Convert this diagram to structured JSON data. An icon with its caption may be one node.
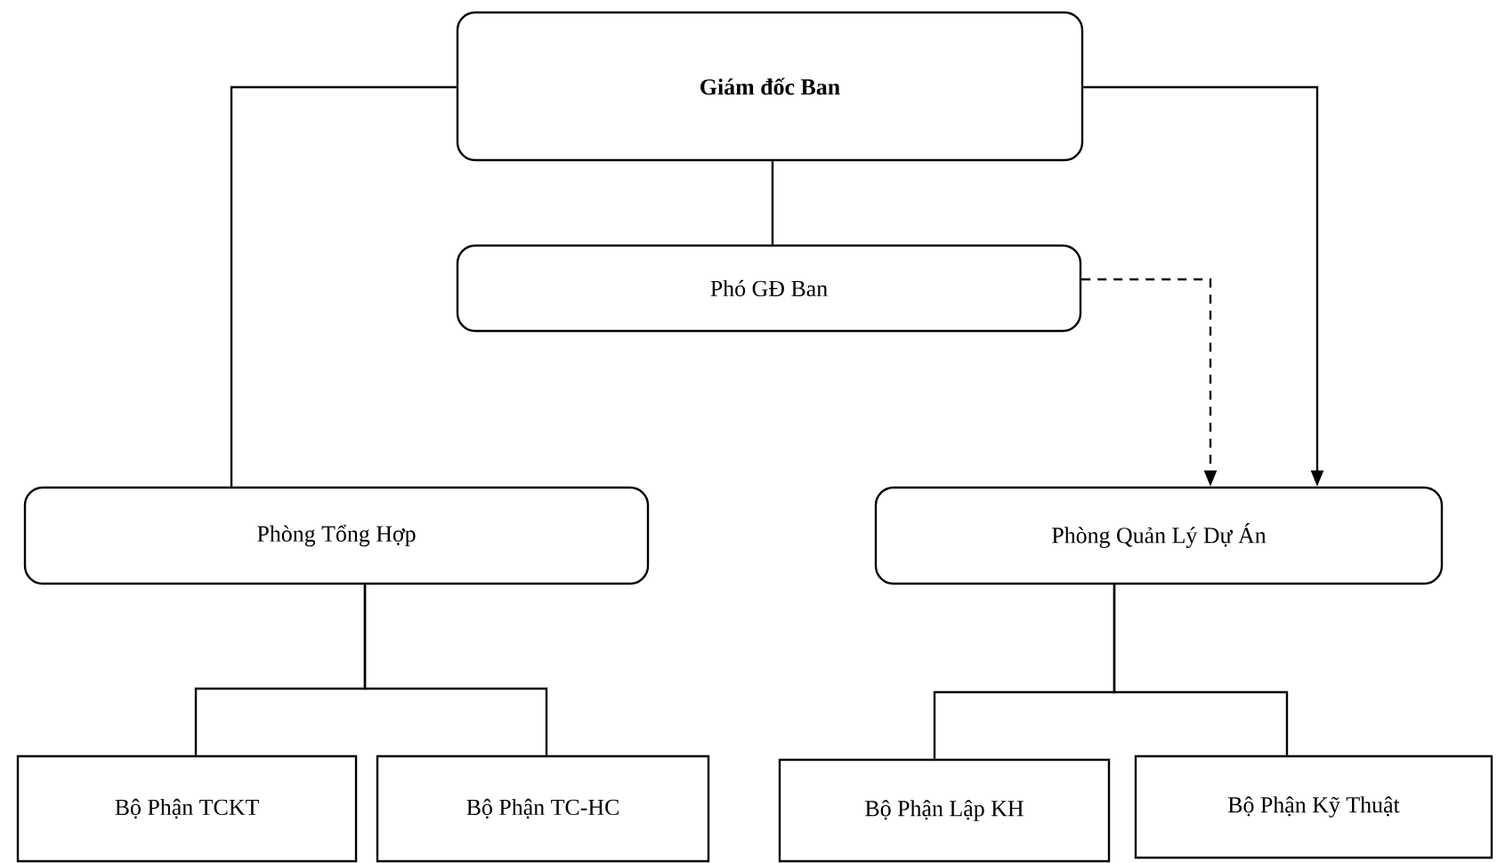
{
  "diagram": {
    "nodes": [
      {
        "text": [
          "Giám đốc Ban"
        ]
      },
      {
        "text": [
          "Phó GĐ Ban"
        ]
      },
      {
        "text": [
          "Phòng Tổng Hợp"
        ]
      },
      {
        "text": [
          "Phòng Quản Lý Dự Án"
        ]
      },
      {
        "text": [
          "Bộ Phận TCKT"
        ]
      },
      {
        "text": [
          "Bộ Phận TC-HC"
        ]
      },
      {
        "text": [
          "Bộ Phận Lập KH"
        ]
      },
      {
        "text": [
          "Bộ Phận Kỹ Thuật"
        ]
      }
    ],
    "edges": [
      {
        "from": 0,
        "to": 1,
        "arrow": "none"
      },
      {
        "from": 0,
        "to": 2,
        "arrow": "none"
      },
      {
        "from": 0,
        "to": 3,
        "arrow": "to"
      },
      {
        "from": 1,
        "to": 3,
        "arrow": "to",
        "style": "dashed"
      },
      {
        "from": 2,
        "to": 4,
        "arrow": "none"
      },
      {
        "from": 2,
        "to": 5,
        "arrow": "none"
      },
      {
        "from": 3,
        "to": 6,
        "arrow": "none"
      },
      {
        "from": 3,
        "to": 7,
        "arrow": "none"
      }
    ]
  }
}
